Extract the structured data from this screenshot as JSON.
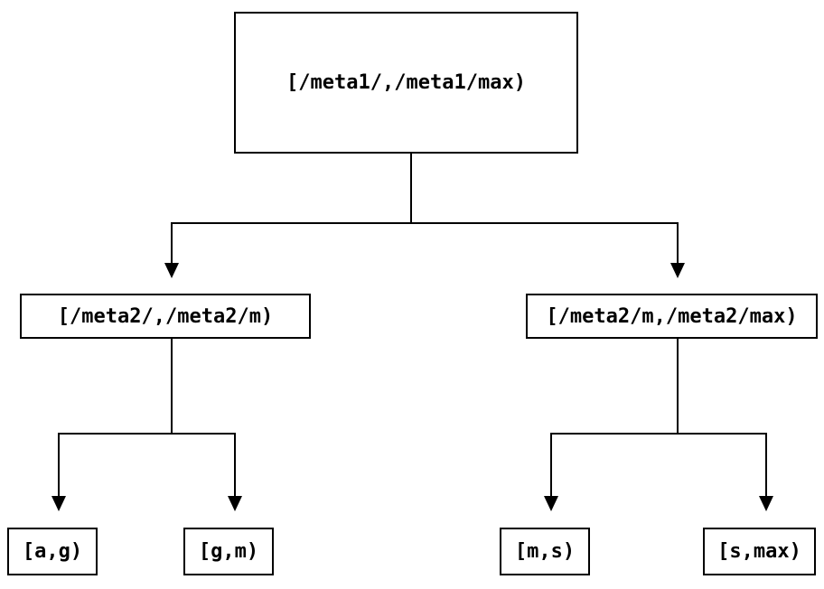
{
  "diagram": {
    "type": "tree",
    "colors": {
      "background": "#ffffff",
      "box_border": "#000000",
      "text": "#000000",
      "connector": "#000000",
      "arrowhead": "#000000"
    },
    "root": {
      "label": "[/meta1/,/meta1/max)",
      "children": [
        {
          "label": "[/meta2/,/meta2/m)",
          "children": [
            {
              "label": "[a,g)"
            },
            {
              "label": "[g,m)"
            }
          ]
        },
        {
          "label": "[/meta2/m,/meta2/max)",
          "children": [
            {
              "label": "[m,s)"
            },
            {
              "label": "[s,max)"
            }
          ]
        }
      ]
    }
  }
}
